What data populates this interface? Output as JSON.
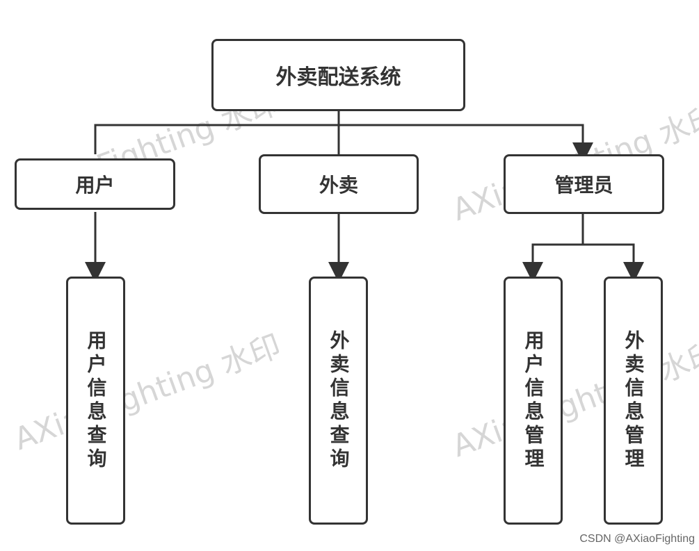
{
  "diagram": {
    "root": {
      "label": "外卖配送系统"
    },
    "level1": [
      {
        "label": "用户"
      },
      {
        "label": "外卖"
      },
      {
        "label": "管理员"
      }
    ],
    "level2": [
      {
        "label": "用户信息查询"
      },
      {
        "label": "外卖信息查询"
      },
      {
        "label": "用户信息管理"
      },
      {
        "label": "外卖信息管理"
      }
    ]
  },
  "watermark": {
    "text": "AXiaoFighting 水印"
  },
  "footer": {
    "text": "CSDN @AXiaoFighting"
  },
  "colors": {
    "stroke": "#333333",
    "text": "#333333",
    "watermark": "#d6d6d6",
    "background": "#ffffff"
  }
}
